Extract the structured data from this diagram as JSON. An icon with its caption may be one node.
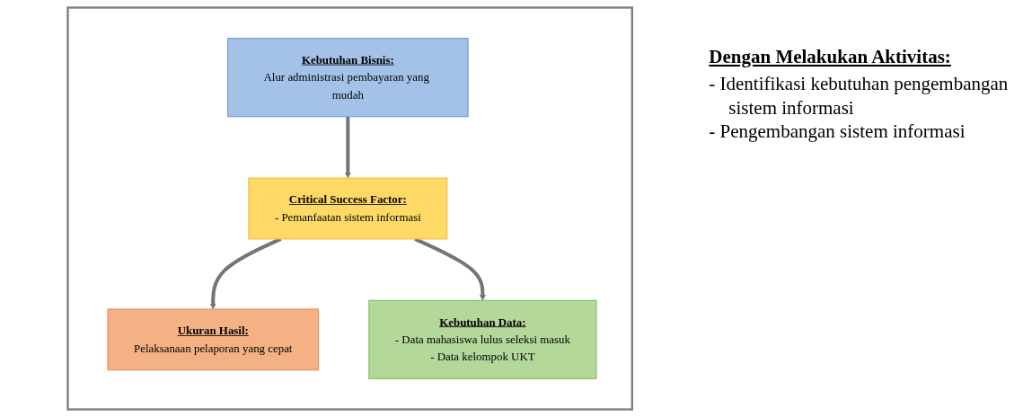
{
  "diagram": {
    "nodes": [
      {
        "text": [],
        "shape": "box"
      },
      {
        "text": [
          "Kebutuhan Bisnis:",
          "Alur administrasi pembayaran yang mudah"
        ],
        "in": 0
      },
      {
        "text": [
          "Critical Success Factor:",
          "- Pemanfaatan sistem informasi"
        ],
        "in": 0
      },
      {
        "text": [
          "Ukuran Hasil:",
          "Pelaksanaan pelaporan yang cepat"
        ],
        "in": 0
      },
      {
        "text": [
          "Kebutuhan Data:",
          "- Data mahasiswa lulus seleksi masuk",
          "- Data kelompok UKT"
        ],
        "in": 0
      }
    ],
    "edges": [
      {
        "from": 1,
        "to": 2,
        "arrow": "to"
      },
      {
        "from": 2,
        "to": 3,
        "arrow": "to"
      },
      {
        "from": 2,
        "to": 4,
        "arrow": "to"
      }
    ],
    "labels": [
      "Dengan Melakukan Aktivitas:",
      "- Identifikasi kebutuhan pengembangan sistem informasi",
      "- Pengembangan sistem informasi"
    ]
  }
}
